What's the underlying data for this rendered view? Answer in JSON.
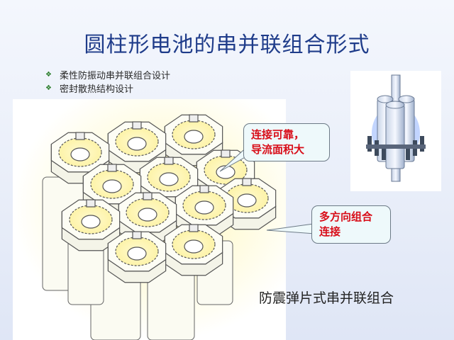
{
  "title": "圆柱形电池的串并联组合形式",
  "bullets": [
    {
      "text": "柔性防振动串并联组合设计",
      "icon": "diamond-bullet-icon"
    },
    {
      "text": "密封散热结构设计",
      "icon": "diamond-bullet-icon"
    }
  ],
  "callouts": [
    {
      "lines": [
        "连接可靠，",
        "导流面积大"
      ]
    },
    {
      "lines": [
        "多方向组合",
        "连接"
      ]
    }
  ],
  "caption": "防震弹片式串并联组合",
  "colors": {
    "title": "#1f3c8a",
    "callout_text": "#d80d18",
    "callout_fill": "#eef9fb",
    "bullet": "#2a7d2a"
  }
}
